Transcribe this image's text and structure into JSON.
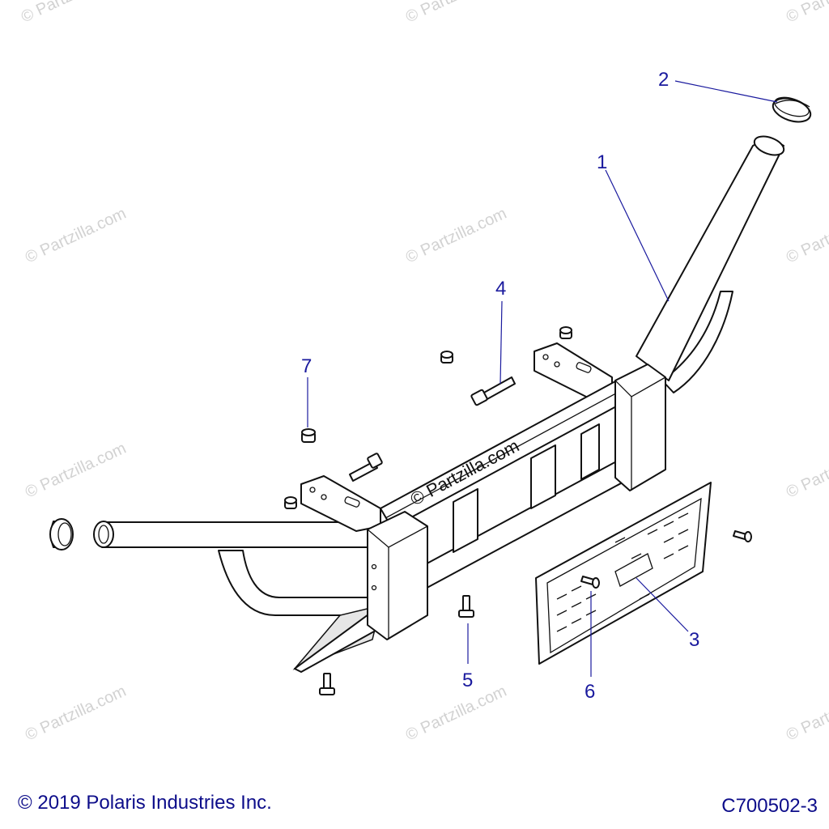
{
  "watermark": "© Partzilla.com",
  "center_watermark": "© Partzilla.com",
  "callouts": [
    {
      "id": "1",
      "label": "1"
    },
    {
      "id": "2",
      "label": "2"
    },
    {
      "id": "3",
      "label": "3"
    },
    {
      "id": "4",
      "label": "4"
    },
    {
      "id": "5",
      "label": "5"
    },
    {
      "id": "6",
      "label": "6"
    },
    {
      "id": "7",
      "label": "7"
    }
  ],
  "footer": {
    "copyright": "© 2019 Polaris Industries Inc.",
    "figure_code": "C700502-3"
  },
  "colors": {
    "label": "#1a1a9e",
    "line": "#111111",
    "watermark": "#d2d2d2",
    "footer": "#0d0d8a"
  }
}
